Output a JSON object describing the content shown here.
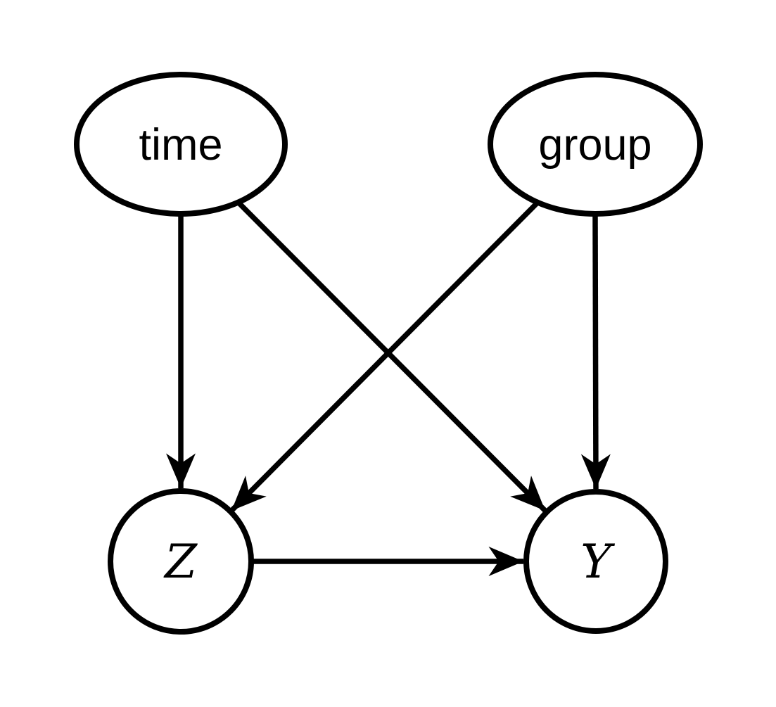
{
  "diagram": {
    "type": "causal-dag",
    "background_color": "#ffffff",
    "node_stroke_color": "#000000",
    "node_fill_color": "#ffffff",
    "edge_color": "#000000",
    "nodes": [
      {
        "id": "time",
        "label": "time",
        "shape": "ellipse",
        "position": "top-left"
      },
      {
        "id": "group",
        "label": "group",
        "shape": "ellipse",
        "position": "top-right"
      },
      {
        "id": "Z",
        "label": "Z",
        "shape": "circle",
        "position": "bottom-left"
      },
      {
        "id": "Y",
        "label": "Y",
        "shape": "circle",
        "position": "bottom-right"
      }
    ],
    "edges": [
      {
        "from": "time",
        "to": "Z",
        "style": "arrow"
      },
      {
        "from": "time",
        "to": "Y",
        "style": "arrow"
      },
      {
        "from": "group",
        "to": "Z",
        "style": "arrow"
      },
      {
        "from": "group",
        "to": "Y",
        "style": "arrow"
      },
      {
        "from": "Z",
        "to": "Y",
        "style": "arrow"
      }
    ]
  }
}
